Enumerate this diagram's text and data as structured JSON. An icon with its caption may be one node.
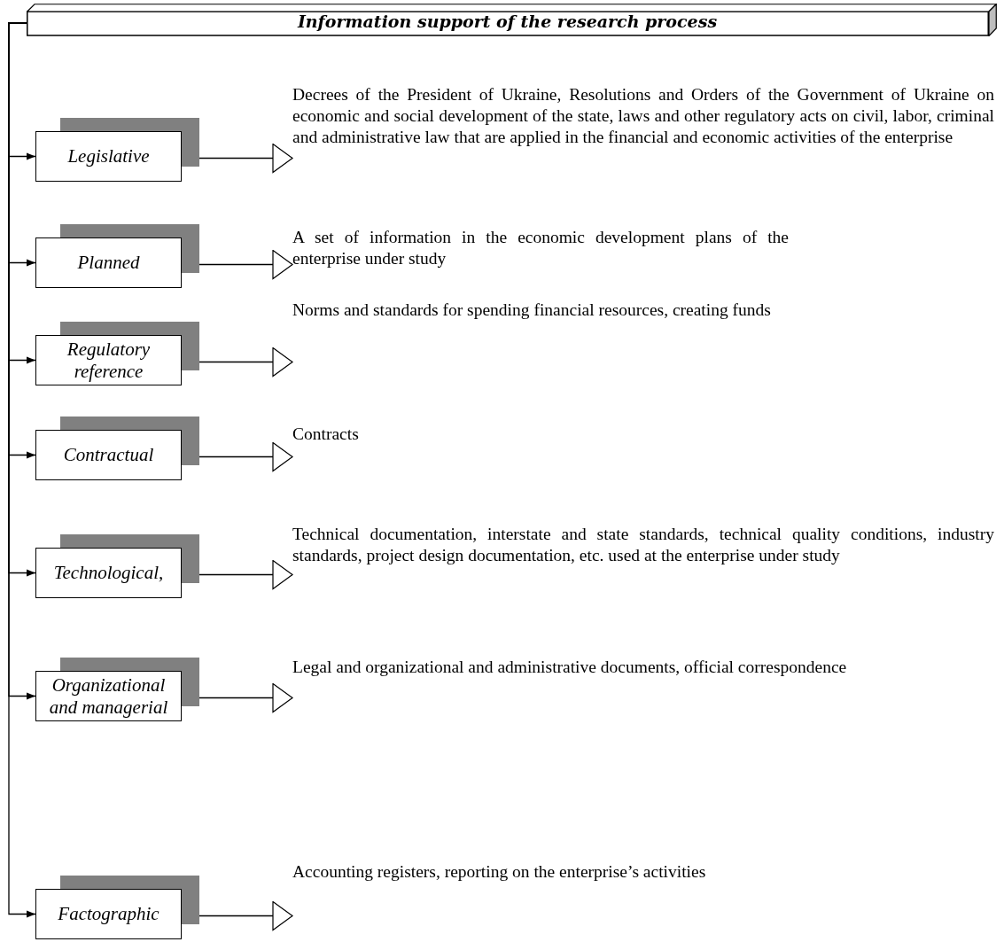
{
  "diagram": {
    "nodes": [
      {
        "text": [
          "Information support of the research process"
        ]
      },
      {
        "text": [
          "Legislative"
        ]
      },
      {
        "text": [
          "Planned"
        ]
      },
      {
        "text": [
          "Regulatory reference"
        ]
      },
      {
        "text": [
          "Contractual"
        ]
      },
      {
        "text": [
          "Technological,"
        ]
      },
      {
        "text": [
          "Organizational and managerial"
        ]
      },
      {
        "text": [
          "Factographic"
        ]
      },
      {
        "text": [
          "Decrees of the President of Ukraine, Resolutions and Orders of the Government of Ukraine on economic and social development of the state, laws and other regulatory acts on civil, labor, criminal and administrative law that are applied in the financial and economic activities of the enterprise"
        ]
      },
      {
        "text": [
          "A set of information in the economic development plans of the enterprise under study"
        ]
      },
      {
        "text": [
          "Norms and standards for spending financial resources, creating funds"
        ]
      },
      {
        "text": [
          "Contracts"
        ]
      },
      {
        "text": [
          "Technical documentation, interstate and state standards, technical quality conditions, industry standards, project design documentation, etc. used at the enterprise under study"
        ]
      },
      {
        "text": [
          "Legal and organizational and administrative documents, official correspondence"
        ]
      },
      {
        "text": [
          "Accounting registers, reporting on the enterprise’s activities"
        ]
      }
    ],
    "edges": [
      {
        "from": 0,
        "to": 1,
        "arrow": "to"
      },
      {
        "from": 0,
        "to": 2,
        "arrow": "to"
      },
      {
        "from": 0,
        "to": 3,
        "arrow": "to"
      },
      {
        "from": 0,
        "to": 4,
        "arrow": "to"
      },
      {
        "from": 0,
        "to": 5,
        "arrow": "to"
      },
      {
        "from": 0,
        "to": 6,
        "arrow": "to"
      },
      {
        "from": 0,
        "to": 7,
        "arrow": "to"
      },
      {
        "from": 1,
        "to": 8,
        "arrow": "to"
      },
      {
        "from": 2,
        "to": 9,
        "arrow": "to"
      },
      {
        "from": 3,
        "to": 10,
        "arrow": "to"
      },
      {
        "from": 4,
        "to": 11,
        "arrow": "to"
      },
      {
        "from": 5,
        "to": 12,
        "arrow": "to"
      },
      {
        "from": 6,
        "to": 13,
        "arrow": "to"
      },
      {
        "from": 7,
        "to": 14,
        "arrow": "to"
      }
    ]
  }
}
